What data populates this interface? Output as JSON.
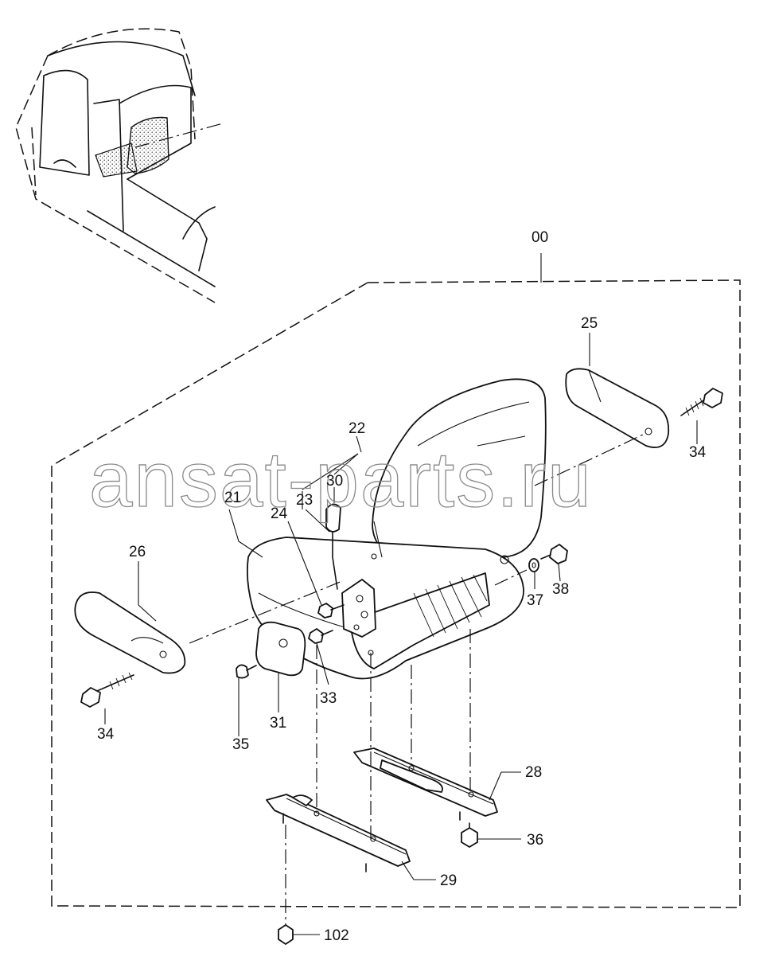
{
  "watermark": "ansat-parts.ru",
  "callouts": {
    "c00": "00",
    "c21": "21",
    "c22": "22",
    "c23": "23",
    "c24": "24",
    "c25": "25",
    "c26": "26",
    "c28": "28",
    "c29": "29",
    "c30": "30",
    "c31": "31",
    "c33": "33",
    "c34a": "34",
    "c34b": "34",
    "c35": "35",
    "c36": "36",
    "c37": "37",
    "c38": "38",
    "c102": "102"
  }
}
